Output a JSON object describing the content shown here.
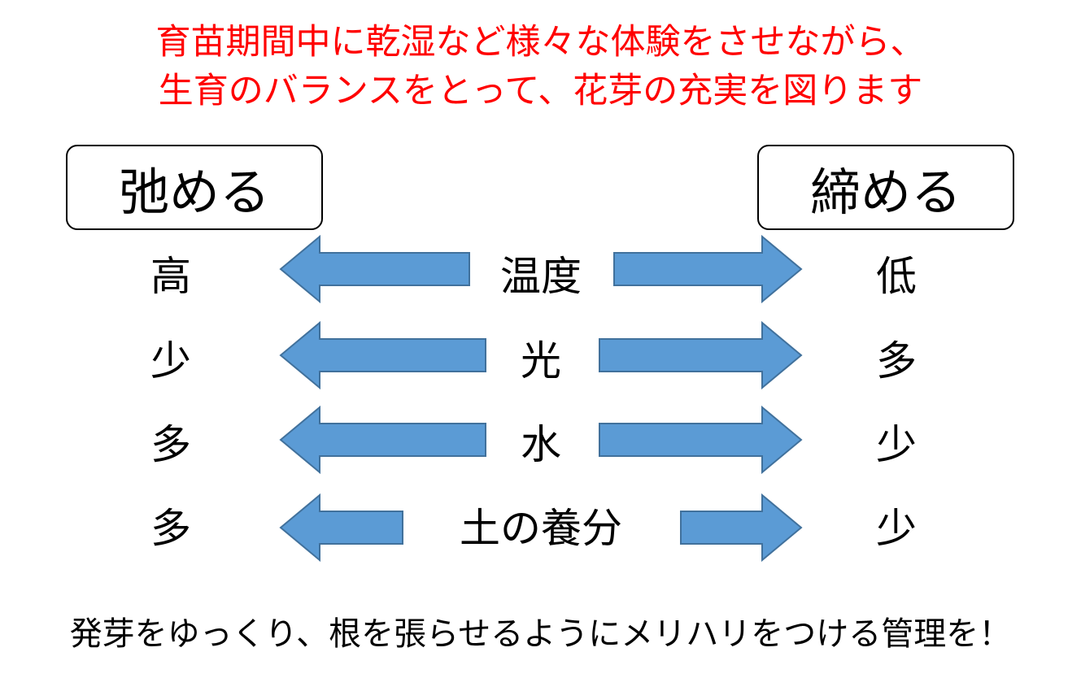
{
  "title": {
    "line1": "育苗期間中に乾湿など様々な体験をさせながら、",
    "line2": "生育のバランスをとって、花芽の充実を図ります",
    "color": "#ff0000"
  },
  "left_box": "弛める",
  "right_box": "締める",
  "rows": [
    {
      "left": "高",
      "factor": "温度",
      "right": "低"
    },
    {
      "left": "少",
      "factor": "光",
      "right": "多"
    },
    {
      "left": "多",
      "factor": "水",
      "right": "少"
    },
    {
      "left": "多",
      "factor": "土の養分",
      "right": "少"
    }
  ],
  "arrow_color": "#5b9bd5",
  "footer": "発芽をゆっくり、根を張らせるようにメリハリをつける管理を！"
}
